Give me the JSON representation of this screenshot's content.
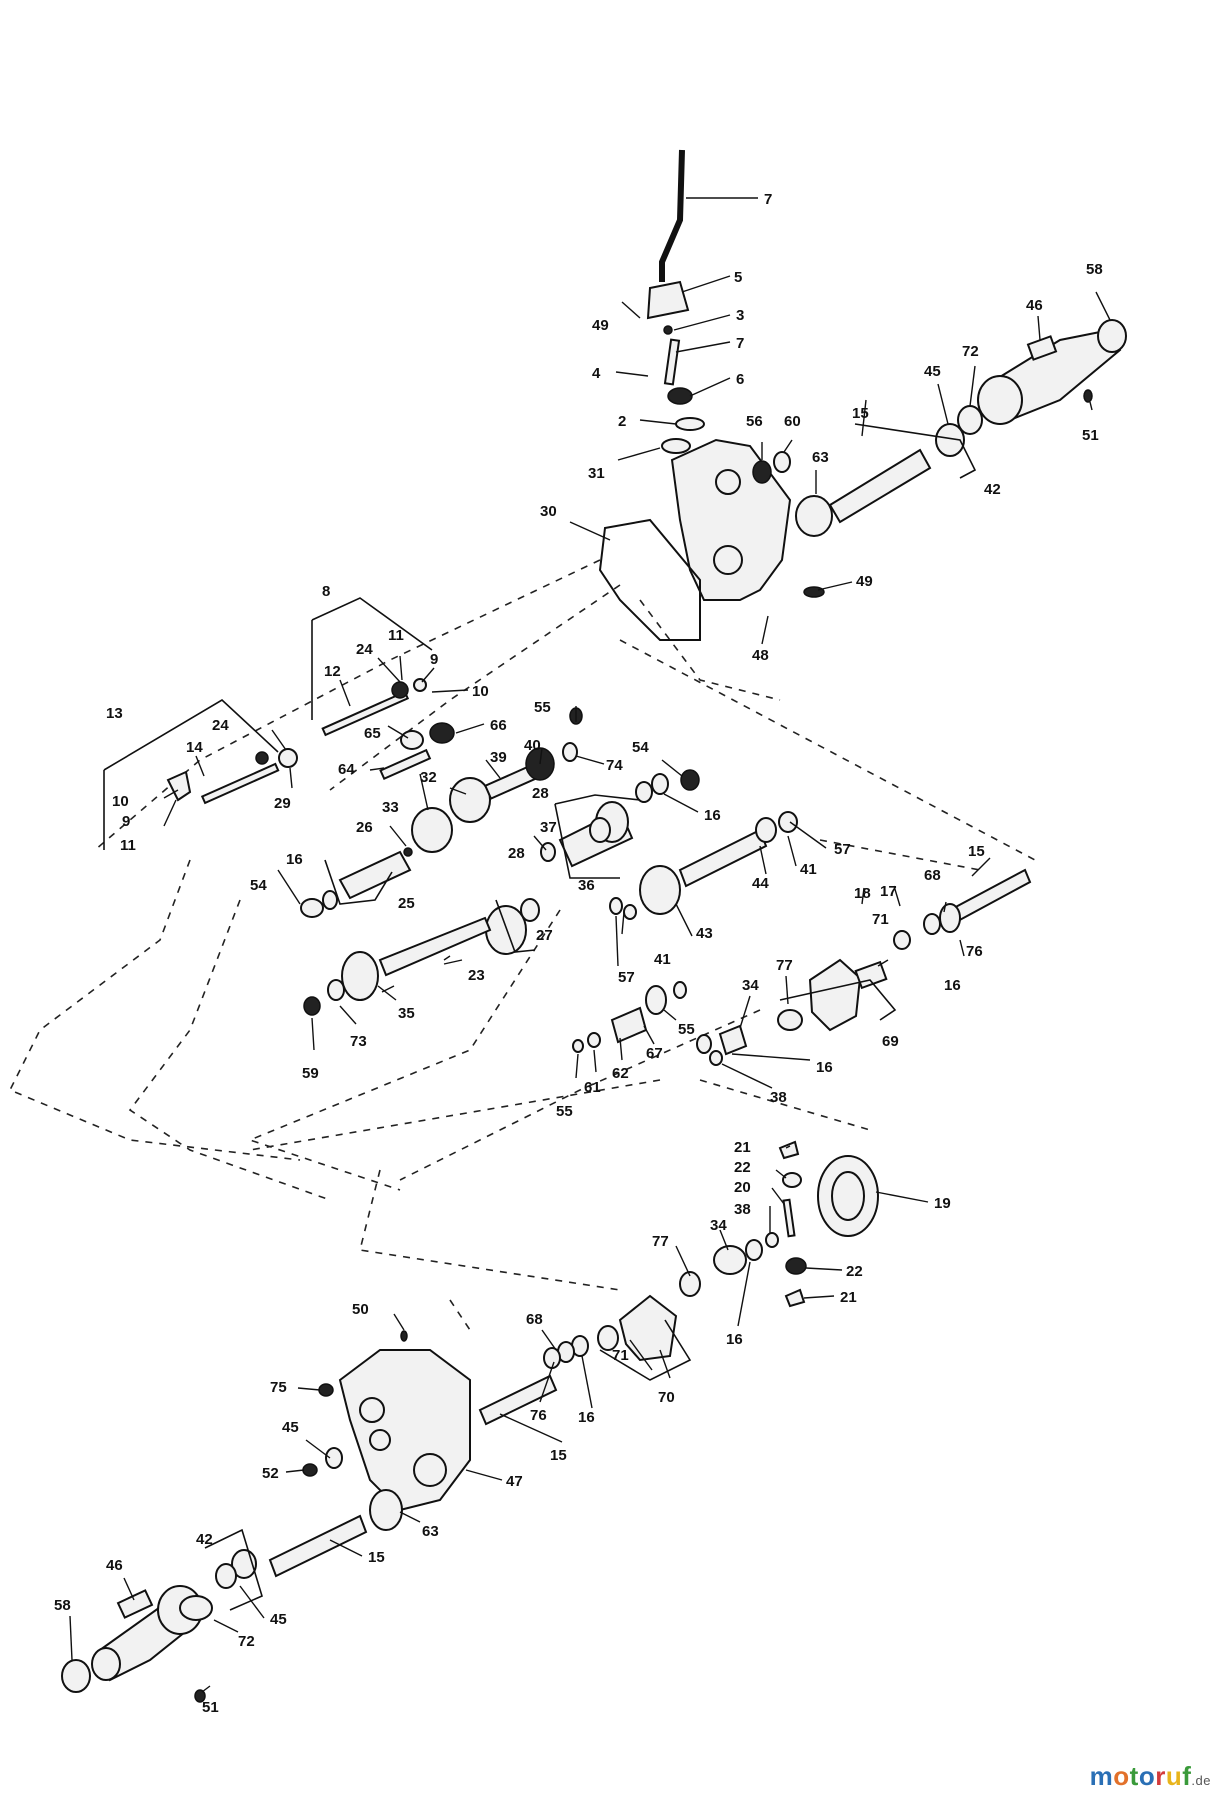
{
  "diagram": {
    "callouts": [
      {
        "id": "c7a",
        "text": "7"
      },
      {
        "id": "c5",
        "text": "5"
      },
      {
        "id": "c49a",
        "text": "49"
      },
      {
        "id": "c3",
        "text": "3"
      },
      {
        "id": "c7b",
        "text": "7"
      },
      {
        "id": "c4",
        "text": "4"
      },
      {
        "id": "c6",
        "text": "6"
      },
      {
        "id": "c2",
        "text": "2"
      },
      {
        "id": "c31",
        "text": "31"
      },
      {
        "id": "c56",
        "text": "56"
      },
      {
        "id": "c60",
        "text": "60"
      },
      {
        "id": "c63a",
        "text": "63"
      },
      {
        "id": "c15a",
        "text": "15"
      },
      {
        "id": "c45a",
        "text": "45"
      },
      {
        "id": "c72a",
        "text": "72"
      },
      {
        "id": "c46a",
        "text": "46"
      },
      {
        "id": "c58a",
        "text": "58"
      },
      {
        "id": "c51a",
        "text": "51"
      },
      {
        "id": "c42a",
        "text": "42"
      },
      {
        "id": "c30",
        "text": "30"
      },
      {
        "id": "c49b",
        "text": "49"
      },
      {
        "id": "c48",
        "text": "48"
      },
      {
        "id": "c8",
        "text": "8"
      },
      {
        "id": "c24a",
        "text": "24"
      },
      {
        "id": "c11a",
        "text": "11"
      },
      {
        "id": "c9a",
        "text": "9"
      },
      {
        "id": "c10a",
        "text": "10"
      },
      {
        "id": "c12",
        "text": "12"
      },
      {
        "id": "c13",
        "text": "13"
      },
      {
        "id": "c24b",
        "text": "24"
      },
      {
        "id": "c14",
        "text": "14"
      },
      {
        "id": "c10b",
        "text": "10"
      },
      {
        "id": "c9b",
        "text": "9"
      },
      {
        "id": "c11b",
        "text": "11"
      },
      {
        "id": "c29",
        "text": "29"
      },
      {
        "id": "c65",
        "text": "65"
      },
      {
        "id": "c66",
        "text": "66"
      },
      {
        "id": "c64",
        "text": "64"
      },
      {
        "id": "c55a",
        "text": "55"
      },
      {
        "id": "c40",
        "text": "40"
      },
      {
        "id": "c74",
        "text": "74"
      },
      {
        "id": "c39",
        "text": "39"
      },
      {
        "id": "c32",
        "text": "32"
      },
      {
        "id": "c33",
        "text": "33"
      },
      {
        "id": "c54a",
        "text": "54"
      },
      {
        "id": "c28a",
        "text": "28"
      },
      {
        "id": "c16a",
        "text": "16"
      },
      {
        "id": "c26",
        "text": "26"
      },
      {
        "id": "c37",
        "text": "37"
      },
      {
        "id": "c28b",
        "text": "28"
      },
      {
        "id": "c36",
        "text": "36"
      },
      {
        "id": "c57a",
        "text": "57"
      },
      {
        "id": "c41a",
        "text": "41"
      },
      {
        "id": "c44",
        "text": "44"
      },
      {
        "id": "c16b",
        "text": "16"
      },
      {
        "id": "c54b",
        "text": "54"
      },
      {
        "id": "c25",
        "text": "25"
      },
      {
        "id": "c27",
        "text": "27"
      },
      {
        "id": "c43",
        "text": "43"
      },
      {
        "id": "c41b",
        "text": "41"
      },
      {
        "id": "c57b",
        "text": "57"
      },
      {
        "id": "c15b",
        "text": "15"
      },
      {
        "id": "c17",
        "text": "17"
      },
      {
        "id": "c18",
        "text": "18"
      },
      {
        "id": "c68a",
        "text": "68"
      },
      {
        "id": "c71a",
        "text": "71"
      },
      {
        "id": "c76a",
        "text": "76"
      },
      {
        "id": "c16c",
        "text": "16"
      },
      {
        "id": "c23",
        "text": "23"
      },
      {
        "id": "c35",
        "text": "35"
      },
      {
        "id": "c73",
        "text": "73"
      },
      {
        "id": "c59",
        "text": "59"
      },
      {
        "id": "c77a",
        "text": "77"
      },
      {
        "id": "c34a",
        "text": "34"
      },
      {
        "id": "c69",
        "text": "69"
      },
      {
        "id": "c55b",
        "text": "55"
      },
      {
        "id": "c67",
        "text": "67"
      },
      {
        "id": "c62",
        "text": "62"
      },
      {
        "id": "c61",
        "text": "61"
      },
      {
        "id": "c55c",
        "text": "55"
      },
      {
        "id": "c16d",
        "text": "16"
      },
      {
        "id": "c38a",
        "text": "38"
      },
      {
        "id": "c21a",
        "text": "21"
      },
      {
        "id": "c22a",
        "text": "22"
      },
      {
        "id": "c20",
        "text": "20"
      },
      {
        "id": "c38b",
        "text": "38"
      },
      {
        "id": "c19",
        "text": "19"
      },
      {
        "id": "c77b",
        "text": "77"
      },
      {
        "id": "c34b",
        "text": "34"
      },
      {
        "id": "c22b",
        "text": "22"
      },
      {
        "id": "c21b",
        "text": "21"
      },
      {
        "id": "c16e",
        "text": "16"
      },
      {
        "id": "c50",
        "text": "50"
      },
      {
        "id": "c68b",
        "text": "68"
      },
      {
        "id": "c71b",
        "text": "71"
      },
      {
        "id": "c70",
        "text": "70"
      },
      {
        "id": "c75",
        "text": "75"
      },
      {
        "id": "c76b",
        "text": "76"
      },
      {
        "id": "c16f",
        "text": "16"
      },
      {
        "id": "c45b",
        "text": "45"
      },
      {
        "id": "c15c",
        "text": "15"
      },
      {
        "id": "c52",
        "text": "52"
      },
      {
        "id": "c47",
        "text": "47"
      },
      {
        "id": "c63b",
        "text": "63"
      },
      {
        "id": "c42b",
        "text": "42"
      },
      {
        "id": "c15d",
        "text": "15"
      },
      {
        "id": "c46b",
        "text": "46"
      },
      {
        "id": "c58b",
        "text": "58"
      },
      {
        "id": "c72b",
        "text": "72"
      },
      {
        "id": "c45c",
        "text": "45"
      },
      {
        "id": "c51b",
        "text": "51"
      }
    ]
  },
  "watermark": {
    "text": "motoruf",
    "suffix": ".de",
    "letter_colors": [
      "#2a6fb5",
      "#e2712b",
      "#3a9a3a",
      "#2a6fb5",
      "#d43b3b",
      "#e8b41c",
      "#3a9a3a"
    ]
  }
}
